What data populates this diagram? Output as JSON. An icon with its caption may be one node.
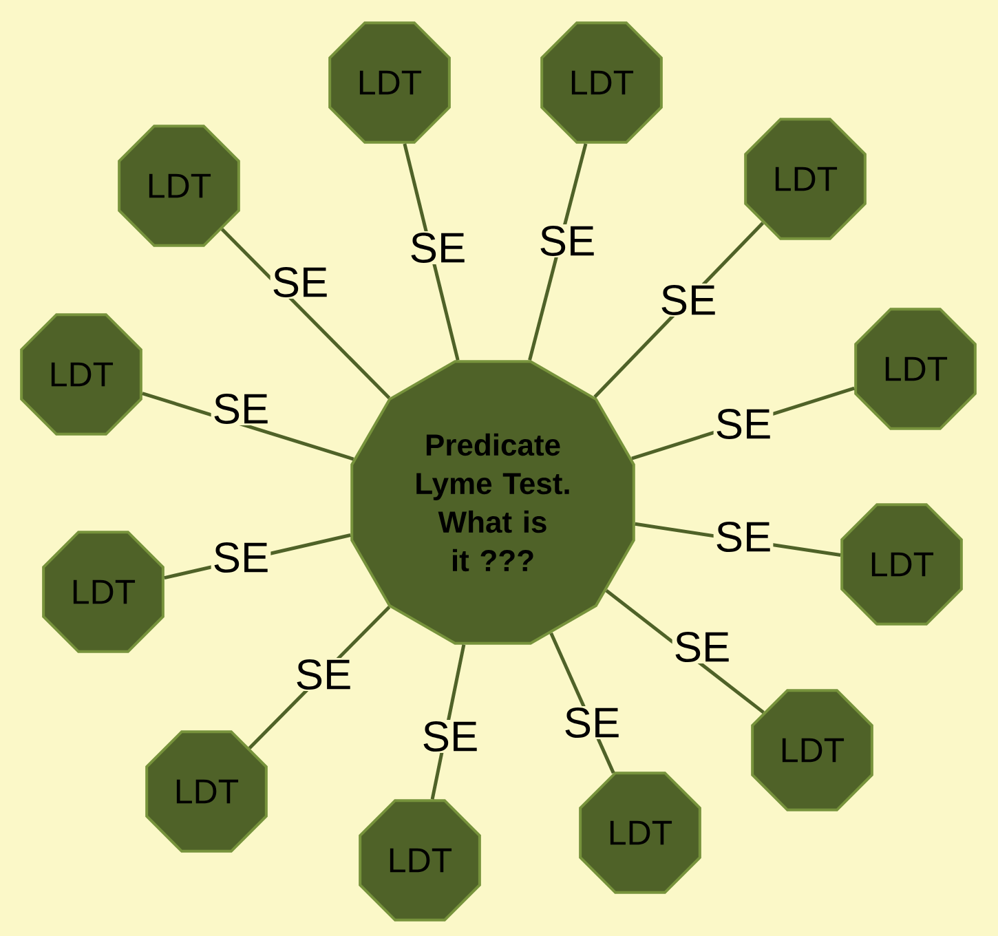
{
  "diagram": {
    "nodes": [
      {
        "text": [
          "Predicate Lyme Test. What is it ???"
        ]
      },
      {
        "text": [
          "LDT"
        ]
      },
      {
        "text": [
          "LDT"
        ]
      },
      {
        "text": [
          "LDT"
        ]
      },
      {
        "text": [
          "LDT"
        ]
      },
      {
        "text": [
          "LDT"
        ]
      },
      {
        "text": [
          "LDT"
        ]
      },
      {
        "text": [
          "LDT"
        ]
      },
      {
        "text": [
          "LDT"
        ]
      },
      {
        "text": [
          "LDT"
        ]
      },
      {
        "text": [
          "LDT"
        ]
      },
      {
        "text": [
          "LDT"
        ]
      },
      {
        "text": [
          "LDT"
        ]
      }
    ],
    "edges": [
      {
        "from": 0,
        "to": 1,
        "arrow": "none",
        "label": "SE"
      },
      {
        "from": 0,
        "to": 2,
        "arrow": "none",
        "label": "SE"
      },
      {
        "from": 0,
        "to": 3,
        "arrow": "none",
        "label": "SE"
      },
      {
        "from": 0,
        "to": 4,
        "arrow": "none",
        "label": "SE"
      },
      {
        "from": 0,
        "to": 5,
        "arrow": "none",
        "label": "SE"
      },
      {
        "from": 0,
        "to": 6,
        "arrow": "none",
        "label": "SE"
      },
      {
        "from": 0,
        "to": 7,
        "arrow": "none",
        "label": "SE"
      },
      {
        "from": 0,
        "to": 8,
        "arrow": "none",
        "label": "SE"
      },
      {
        "from": 0,
        "to": 9,
        "arrow": "none",
        "label": "SE"
      },
      {
        "from": 0,
        "to": 10,
        "arrow": "none",
        "label": "SE"
      },
      {
        "from": 0,
        "to": 11,
        "arrow": "none",
        "label": "SE"
      },
      {
        "from": 0,
        "to": 12,
        "arrow": "none",
        "label": "SE"
      }
    ]
  }
}
